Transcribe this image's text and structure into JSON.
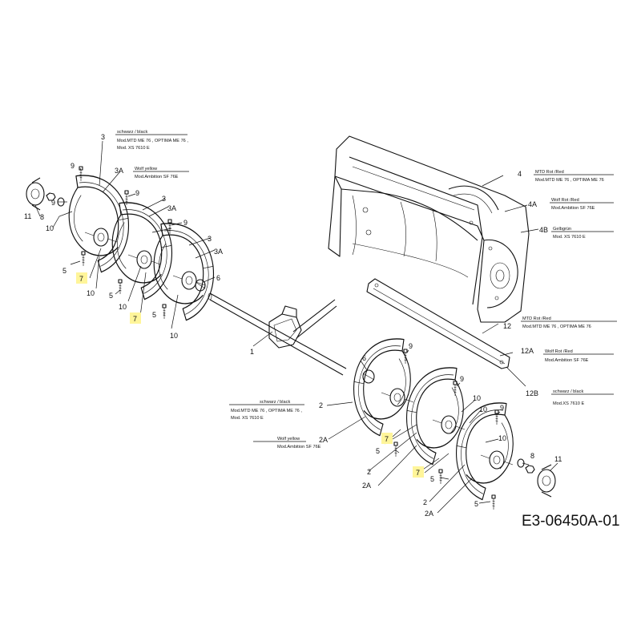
{
  "drawing_reference": "E3-06450A-01",
  "callouts": {
    "c1": "1",
    "c2a": "2",
    "c2b": "2",
    "c2c": "2",
    "c2a_a": "2A",
    "c2a_b": "2A",
    "c2a_c": "2A",
    "c3a": "3",
    "c3b": "3",
    "c3c": "3",
    "c3a_a": "3A",
    "c3a_b": "3A",
    "c3a_c": "3A",
    "c4": "4",
    "c4a": "4A",
    "c4b": "4B",
    "c5a": "5",
    "c5b": "5",
    "c5c": "5",
    "c5d": "5",
    "c5e": "5",
    "c5f": "5",
    "c6a": "6",
    "c6b": "6",
    "c7a": "7",
    "c7b": "7",
    "c7c": "7",
    "c7d": "7",
    "c8a": "8",
    "c8b": "8",
    "c9a": "9",
    "c9b": "9",
    "c9c": "9",
    "c9d": "9",
    "c9e": "9",
    "c9f": "9",
    "c10a": "10",
    "c10b": "10",
    "c10c": "10",
    "c10d": "10",
    "c10e": "10",
    "c10f": "10",
    "c10g": "10",
    "c11a": "11",
    "c11b": "11",
    "c12": "12",
    "c12a": "12A",
    "c12b": "12B"
  },
  "notes": {
    "left_black_title": "schwarz / black",
    "left_black_l1": "Mod.MTD ME 76 , OPTIMA ME 76 ,",
    "left_black_l2": "Mod. XS 7610 E",
    "left_wolf_title": "Wolf yellow",
    "left_wolf_l1": "Mod.Ambition  SF 76E",
    "h4_title": "MTD Rot /Red",
    "h4_l1": "Mod.MTD ME 76 , OPTIMA ME 76",
    "h4a_title": "Wolf Rot /Red",
    "h4a_l1": "Mod.Ambition  SF 76E",
    "h4b_title": "Gelbgrün",
    "h4b_l1": "Mod. XS 7610 E",
    "s12_title": "MTD Rot /Red",
    "s12_l1": "Mod.MTD ME 76 , OPTIMA ME 76",
    "s12a_title": "Wolf Rot /Red",
    "s12a_l1": "Mod.Ambition  SF 76E",
    "s12b_title": "schwarz / black",
    "s12b_l1": "Mod.XS 7610 E",
    "right_black_title": "schwarz / black",
    "right_black_l1": "Mod.MTD ME 76 , OPTIMA ME 76 ,",
    "right_black_l2": "Mod. XS 7610 E",
    "right_wolf_title": "Wolf yellow",
    "right_wolf_l1": "Mod.Ambition  SF 76E"
  },
  "highlight_color": "#fff59a"
}
